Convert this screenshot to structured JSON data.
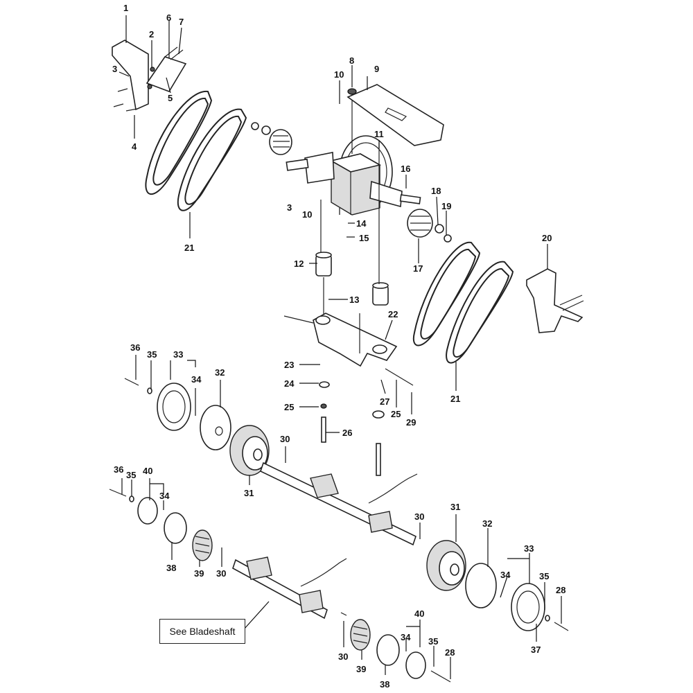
{
  "reference": {
    "label": "See Bladeshaft"
  },
  "callouts": [
    {
      "text": "1"
    },
    {
      "text": "2"
    },
    {
      "text": "3"
    },
    {
      "text": "4"
    },
    {
      "text": "5"
    },
    {
      "text": "6"
    },
    {
      "text": "7"
    },
    {
      "text": "8"
    },
    {
      "text": "9"
    },
    {
      "text": "10"
    },
    {
      "text": "11"
    },
    {
      "text": "3"
    },
    {
      "text": "10"
    },
    {
      "text": "14"
    },
    {
      "text": "15"
    },
    {
      "text": "16"
    },
    {
      "text": "18"
    },
    {
      "text": "19"
    },
    {
      "text": "17"
    },
    {
      "text": "12"
    },
    {
      "text": "13"
    },
    {
      "text": "21"
    },
    {
      "text": "20"
    },
    {
      "text": "21"
    },
    {
      "text": "22"
    },
    {
      "text": "23"
    },
    {
      "text": "24"
    },
    {
      "text": "25"
    },
    {
      "text": "26"
    },
    {
      "text": "27"
    },
    {
      "text": "25"
    },
    {
      "text": "29"
    },
    {
      "text": "36"
    },
    {
      "text": "35"
    },
    {
      "text": "33"
    },
    {
      "text": "34"
    },
    {
      "text": "32"
    },
    {
      "text": "31"
    },
    {
      "text": "30"
    },
    {
      "text": "36"
    },
    {
      "text": "35"
    },
    {
      "text": "40"
    },
    {
      "text": "34"
    },
    {
      "text": "38"
    },
    {
      "text": "39"
    },
    {
      "text": "30"
    },
    {
      "text": "30"
    },
    {
      "text": "31"
    },
    {
      "text": "32"
    },
    {
      "text": "33"
    },
    {
      "text": "34"
    },
    {
      "text": "35"
    },
    {
      "text": "28"
    },
    {
      "text": "37"
    },
    {
      "text": "40"
    },
    {
      "text": "34"
    },
    {
      "text": "35"
    },
    {
      "text": "28"
    },
    {
      "text": "30"
    },
    {
      "text": "39"
    },
    {
      "text": "38"
    }
  ]
}
